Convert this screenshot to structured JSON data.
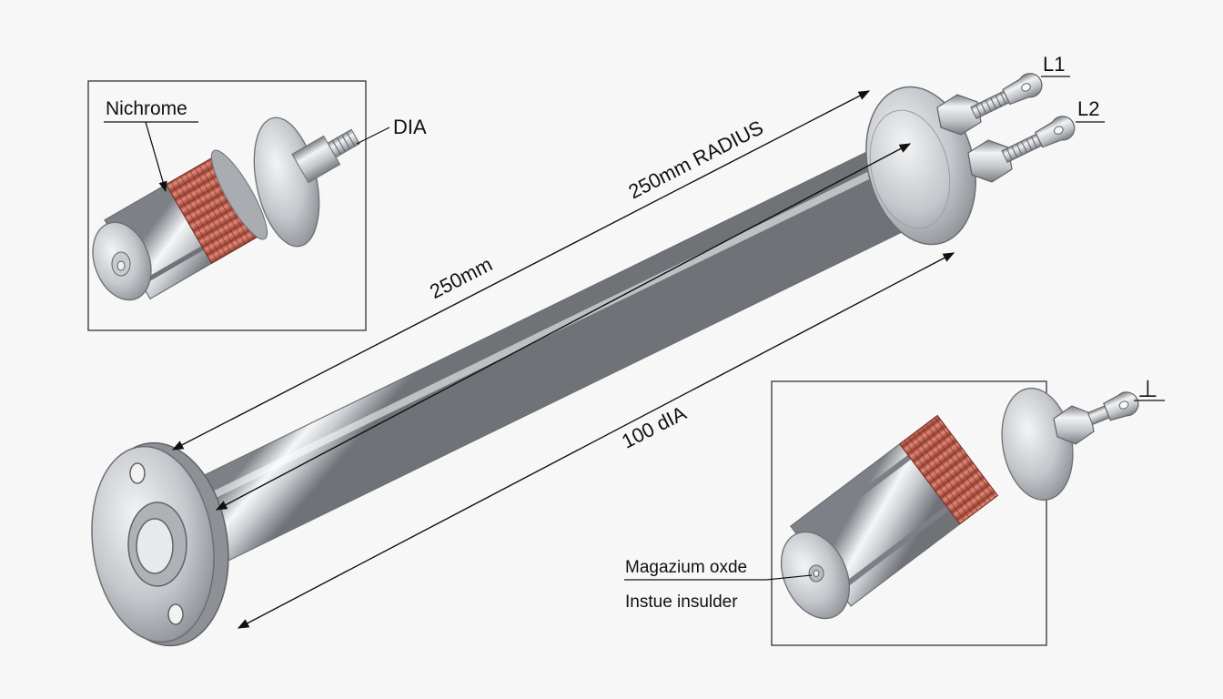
{
  "labels": {
    "nichrome": "Nichrome",
    "dia": "DIA",
    "radius": "250mm RADIUS",
    "length": "250mm",
    "diameter": "100 dIA",
    "l1": "L1",
    "l2": "L2",
    "earth": "⊥",
    "insulator_line1": "Magazium oxde",
    "insulator_line2": "Instue insulder"
  },
  "colors": {
    "background": "#f7f7f7",
    "steel_dark": "#8a8e94",
    "steel_light": "#f4f5f6",
    "coil": "#c0604e",
    "line": "#111111"
  },
  "icons": [
    "ring-terminal-icon",
    "hex-nut-icon",
    "earth-ground-icon"
  ]
}
